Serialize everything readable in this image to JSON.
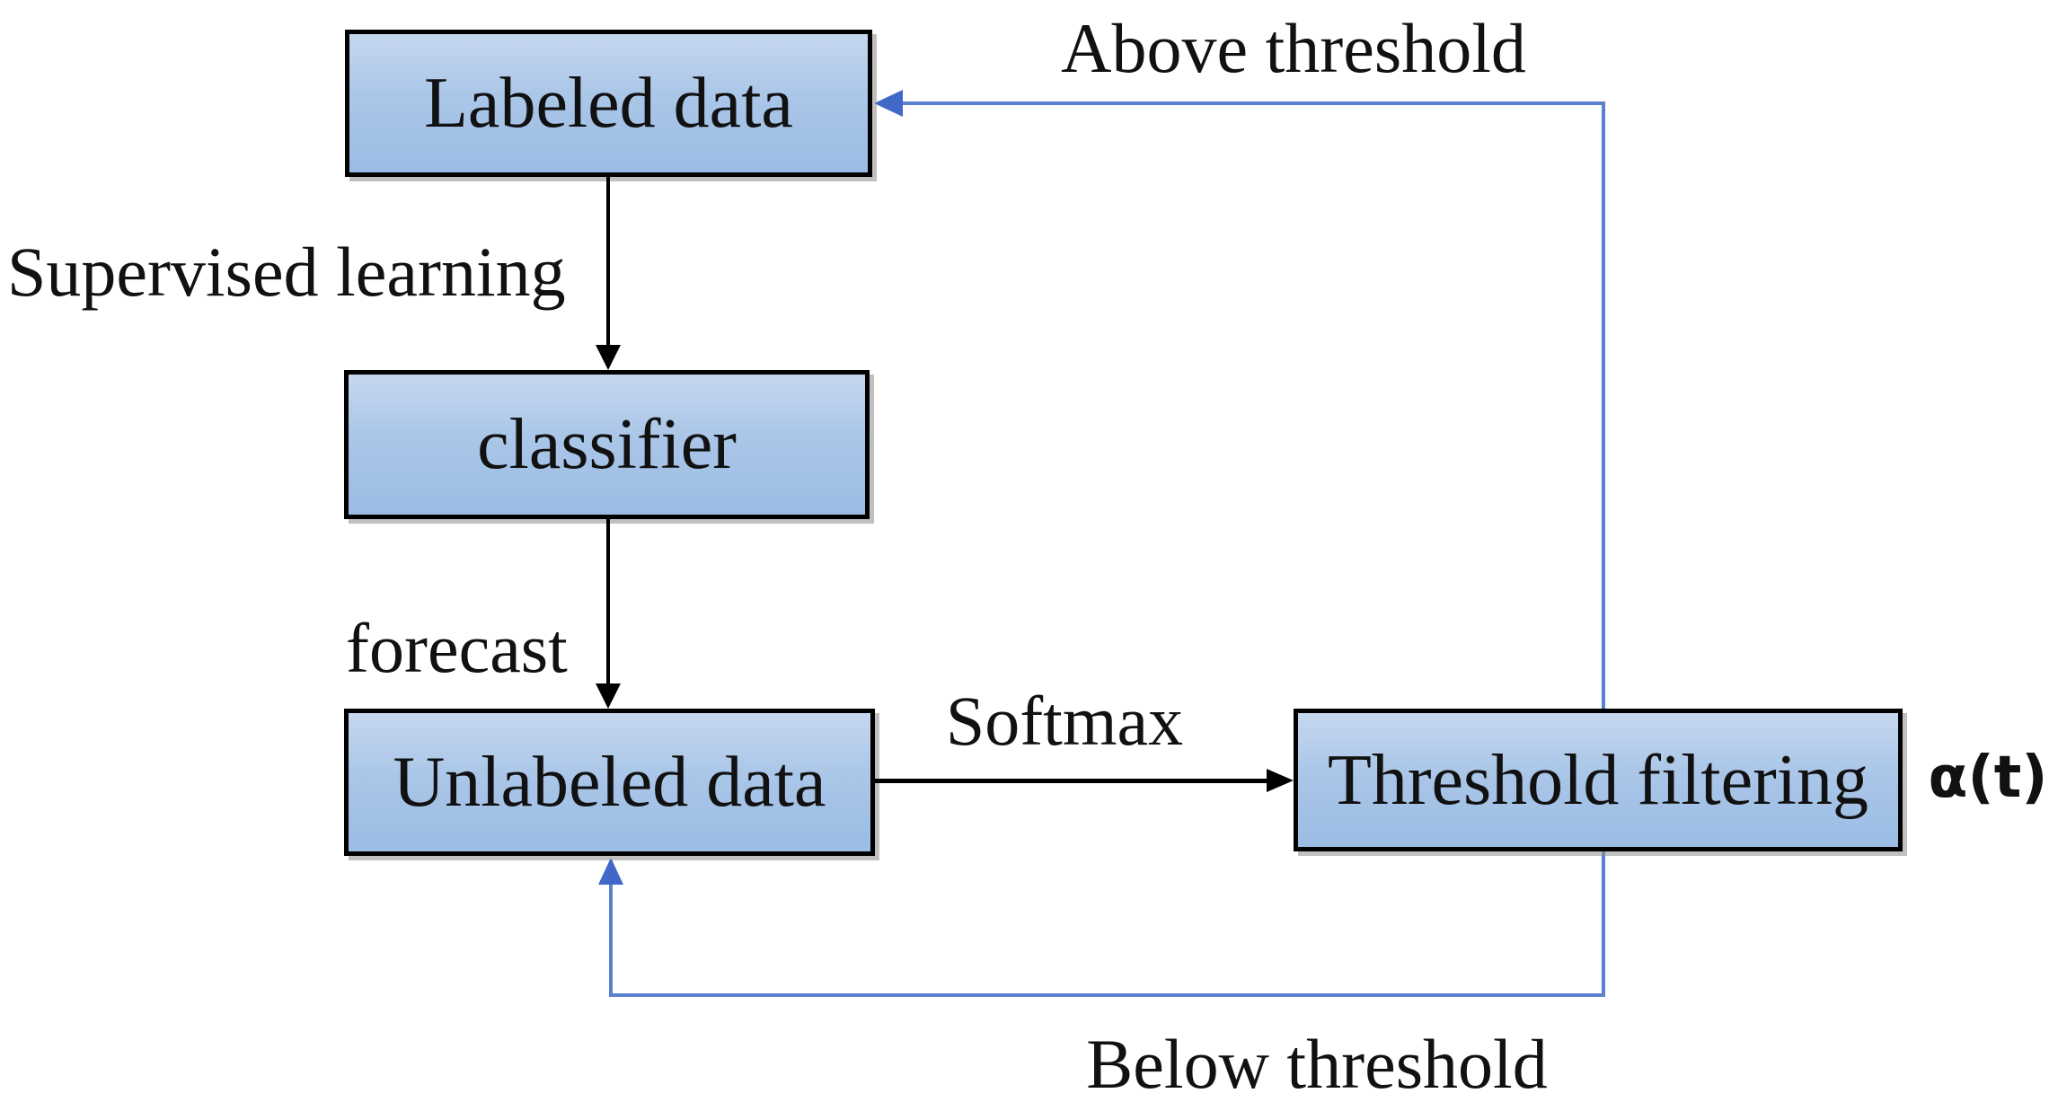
{
  "diagram": {
    "title_hint": "semi-supervised self-training loop flowchart",
    "colors": {
      "background": "#ffffff",
      "node_fill_top": "#c6d7ef",
      "node_fill_bottom": "#9bbce4",
      "node_border": "#000000",
      "flow_arrow": "#000000",
      "feedback_loop": "#5b81d0",
      "feedback_arrowhead": "#4168c8",
      "text": "#111111"
    },
    "nodes": {
      "labeled_data": {
        "label": "Labeled data"
      },
      "classifier": {
        "label": "classifier"
      },
      "unlabeled_data": {
        "label": "Unlabeled data"
      },
      "threshold_filtering": {
        "label": "Threshold filtering"
      }
    },
    "edges": {
      "supervised_learning": {
        "label": "Supervised learning",
        "from": "labeled_data",
        "to": "classifier"
      },
      "forecast": {
        "label": "forecast",
        "from": "classifier",
        "to": "unlabeled_data"
      },
      "softmax": {
        "label": "Softmax",
        "from": "unlabeled_data",
        "to": "threshold_filtering"
      },
      "above_threshold": {
        "label": "Above threshold",
        "from": "threshold_filtering",
        "to": "labeled_data"
      },
      "below_threshold": {
        "label": "Below threshold",
        "from": "threshold_filtering",
        "to": "unlabeled_data"
      }
    },
    "annotations": {
      "alpha": {
        "label": "α(t)"
      }
    }
  }
}
